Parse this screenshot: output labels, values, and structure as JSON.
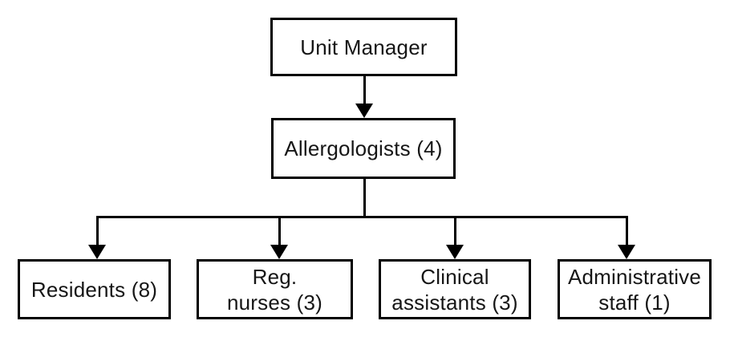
{
  "diagram": {
    "type": "org-chart",
    "colors": {
      "background": "#ffffff",
      "line": "#000000",
      "text": "#161616"
    },
    "nodes": {
      "unit_manager": {
        "label": "Unit Manager",
        "lines": [
          "Unit Manager"
        ]
      },
      "allergologists": {
        "label": "Allergologists (4)",
        "lines": [
          "Allergologists (4)"
        ]
      },
      "residents": {
        "label": "Residents (8)",
        "lines": [
          "Residents (8)"
        ]
      },
      "reg_nurses": {
        "label": "Reg. nurses (3)",
        "lines": [
          "Reg.",
          "nurses (3)"
        ]
      },
      "clinical_assistants": {
        "label": "Clinical assistants (3)",
        "lines": [
          "Clinical",
          "assistants (3)"
        ]
      },
      "administrative_staff": {
        "label": "Administrative staff (1)",
        "lines": [
          "Administrative",
          "staff (1)"
        ]
      }
    },
    "edges": [
      {
        "from": "unit_manager",
        "to": "allergologists"
      },
      {
        "from": "allergologists",
        "to": "residents"
      },
      {
        "from": "allergologists",
        "to": "reg_nurses"
      },
      {
        "from": "allergologists",
        "to": "clinical_assistants"
      },
      {
        "from": "allergologists",
        "to": "administrative_staff"
      }
    ]
  }
}
